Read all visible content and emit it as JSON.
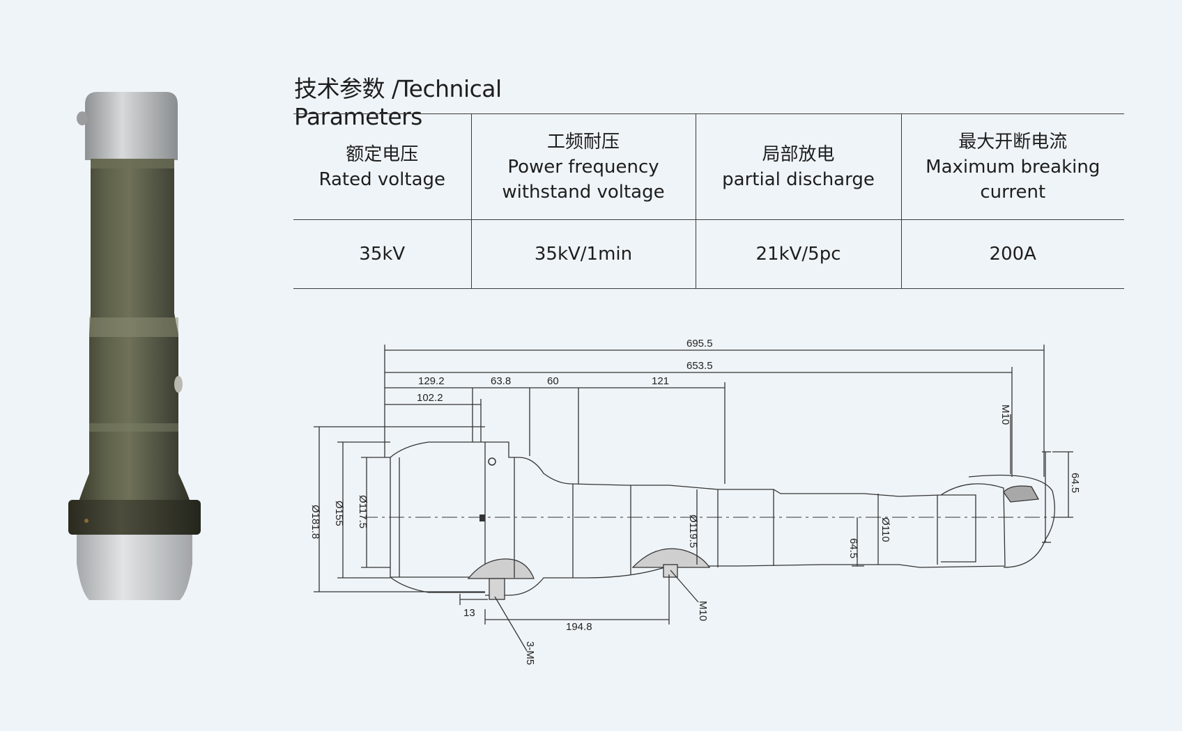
{
  "heading": {
    "zh": "技术参数",
    "en": "/Technical Parameters"
  },
  "table": {
    "headers": [
      {
        "zh": "额定电压",
        "en": "Rated voltage"
      },
      {
        "zh": "工频耐压",
        "en": "Power frequency withstand voltage"
      },
      {
        "zh": "局部放电",
        "en": "partial discharge"
      },
      {
        "zh": "最大开断电流",
        "en": "Maximum breaking current"
      }
    ],
    "values": [
      "35kV",
      "35kV/1min",
      "21kV/5pc",
      "200A"
    ]
  },
  "drawing": {
    "dims": {
      "d695_5": "695.5",
      "d653_5": "653.5",
      "d129_2": "129.2",
      "d63_8": "63.8",
      "d60": "60",
      "d121": "121",
      "d102_2": "102.2",
      "phi181_8": "Ø181.8",
      "phi155": "Ø155",
      "phi117_5": "Ø117.5",
      "phi119_5": "Ø119.5",
      "phi110": "Ø110",
      "d64_5_mid": "64.5",
      "d64_5_right": "64.5",
      "m10_top": "M10",
      "m10_bottom": "M10",
      "d13": "13",
      "d194_8": "194.8",
      "m5": "3-M5"
    }
  }
}
